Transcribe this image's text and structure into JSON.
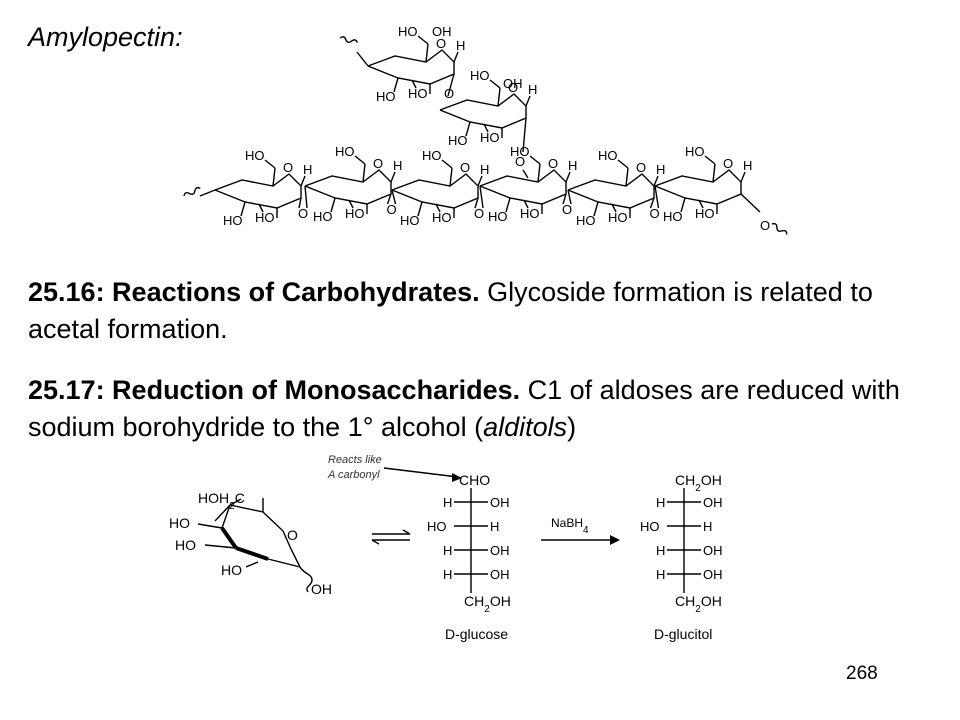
{
  "slide": {
    "title": "Amylopectin:",
    "section1": {
      "heading": "25.16: Reactions of Carbohydrates.",
      "text": "  Glycoside formation is related to acetal formation."
    },
    "section2": {
      "heading": "25.17:  Reduction of Monosaccharides.",
      "text_before": "  C1 of aldoses are reduced with sodium borohydride to the 1° alcohol (",
      "text_italic": "alditols",
      "text_after": ")"
    },
    "page_number": "268"
  },
  "structure_labels": {
    "oh": "OH",
    "ho": "HO",
    "h": "H",
    "o": "O"
  },
  "reaction": {
    "annotation_line1": "Reacts like",
    "annotation_line2": "A carbonyl",
    "reagent": "NaBH4",
    "ring": {
      "hoh2c": "HOH2C",
      "ho": "HO",
      "o": "O",
      "oh": "OH"
    },
    "glucose": {
      "top": "CHO",
      "rows": [
        {
          "left": "H",
          "right": "OH"
        },
        {
          "left": "HO",
          "right": "H"
        },
        {
          "left": "H",
          "right": "OH"
        },
        {
          "left": "H",
          "right": "OH"
        }
      ],
      "bottom": "CH2OH",
      "name": "D-glucose"
    },
    "glucitol": {
      "top": "CH2OH",
      "rows": [
        {
          "left": "H",
          "right": "OH"
        },
        {
          "left": "HO",
          "right": "H"
        },
        {
          "left": "H",
          "right": "OH"
        },
        {
          "left": "H",
          "right": "OH"
        }
      ],
      "bottom": "CH2OH",
      "name": "D-glucitol"
    }
  }
}
